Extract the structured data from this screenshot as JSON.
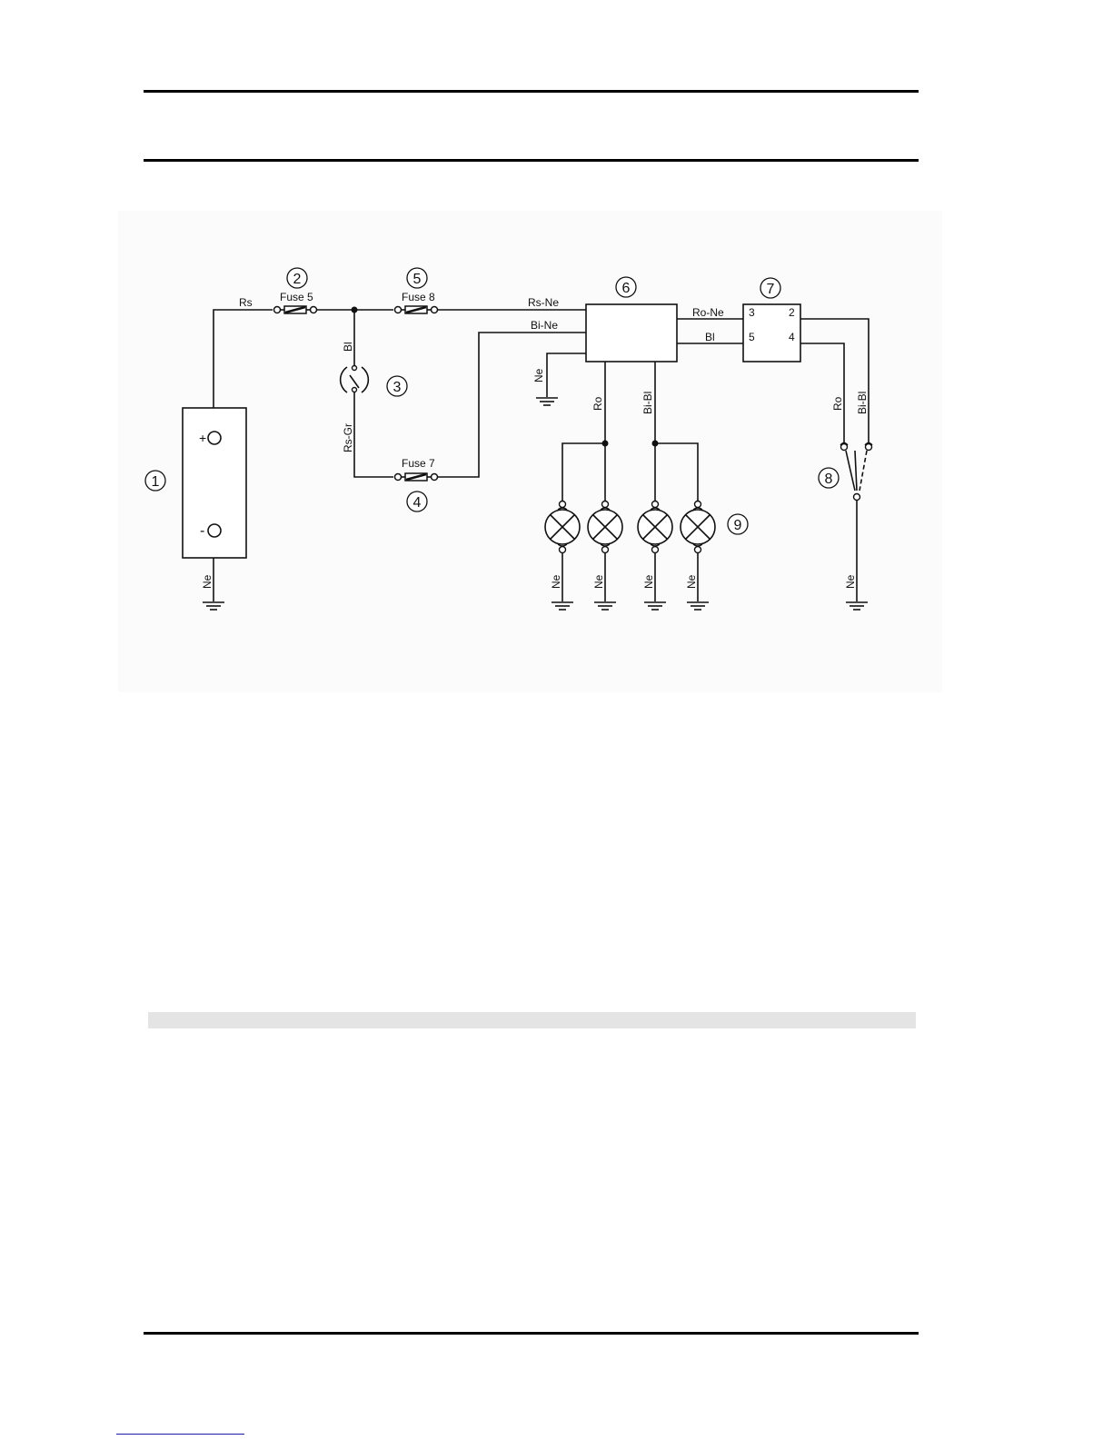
{
  "components": {
    "battery": {
      "number": "1",
      "positive": "+",
      "negative": "-"
    },
    "fuse5": {
      "number": "2",
      "label": "Fuse 5"
    },
    "switch": {
      "number": "3"
    },
    "fuse7": {
      "number": "4",
      "label": "Fuse 7"
    },
    "fuse8": {
      "number": "5",
      "label": "Fuse 8"
    },
    "control_unit": {
      "number": "6"
    },
    "relay": {
      "number": "7",
      "pins": [
        "3",
        "2",
        "5",
        "4"
      ]
    },
    "horn_switch": {
      "number": "8"
    },
    "lamps": {
      "number": "9"
    }
  },
  "wires": {
    "rs": "Rs",
    "bl_switch": "Bl",
    "rs_gr": "Rs-Gr",
    "rs_ne": "Rs-Ne",
    "bi_ne": "Bi-Ne",
    "ne_unit": "Ne",
    "ro_unit": "Ro",
    "bi_bl_unit": "Bi-Bl",
    "ro_ne": "Ro-Ne",
    "bl_relay": "Bl",
    "ro_switch": "Ro",
    "bi_bl_switch": "Bi-Bl",
    "ne_battery": "Ne",
    "ne_lamp_1": "Ne",
    "ne_lamp_2": "Ne",
    "ne_lamp_3": "Ne",
    "ne_lamp_4": "Ne",
    "ne_switch": "Ne"
  }
}
